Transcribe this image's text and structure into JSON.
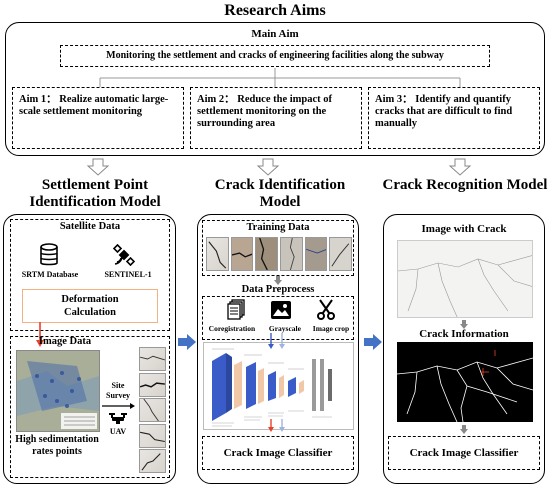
{
  "header": {
    "title": "Research Aims",
    "main_aim_label": "Main Aim",
    "main_aim_text": "Monitoring the settlement and cracks of engineering facilities along the subway"
  },
  "aims": [
    {
      "text": "Aim 1： Realize automatic large-scale settlement monitoring"
    },
    {
      "text": "Aim 2： Reduce the impact of settlement monitoring on the surrounding area"
    },
    {
      "text": "Aim 3： Identify and quantify cracks that are difficult to find manually"
    }
  ],
  "columns": {
    "left": {
      "title": "Settlement Point Identification Model",
      "satellite_title": "Satellite Data",
      "srtm_label": "SRTM Database",
      "sentinel_label": "SENTINEL-1",
      "deformation_label": "Deformation Calculation",
      "image_data_title": "Image Data",
      "site_survey_label": "Site Survey",
      "uav_label": "UAV",
      "points_label": "High sedimentation rates points"
    },
    "middle": {
      "title": "Crack Identification Model",
      "training_title": "Training Data",
      "preprocess_title": "Data Preprocess",
      "step1": "Coregistration",
      "step2": "Grayscale",
      "step3": "Image crop",
      "classifier": "Crack Image Classifier"
    },
    "right": {
      "title": "Crack Recognition Model",
      "image_with_crack": "Image with Crack",
      "crack_info": "Crack Information",
      "classifier": "Crack Image Classifier"
    }
  },
  "colors": {
    "arrow_blue": "#4472c4",
    "orange_box": "#f4b183",
    "cnn_blue": "#3a5cc8",
    "cnn_tan": "#f0c8a8",
    "red_line": "#e8402a"
  },
  "icons": [
    "database-icon",
    "satellite-icon",
    "document-stack-icon",
    "image-icon",
    "scissors-icon",
    "drone-icon"
  ]
}
